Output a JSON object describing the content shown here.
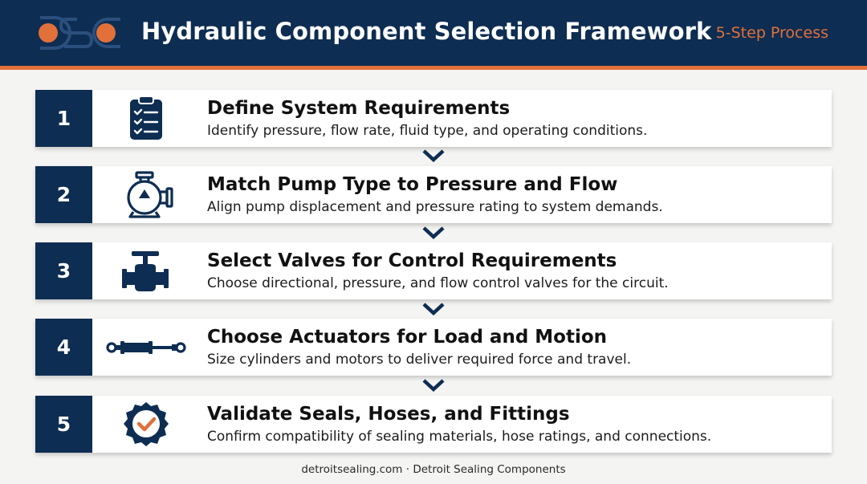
{
  "header": {
    "logo_icon": "dsc-logo-icon",
    "title": "Hydraulic Component Selection Framework",
    "subtitle": "5-Step Process"
  },
  "colors": {
    "navy": "#0e2d52",
    "orange": "#e2703a",
    "background": "#f4f4f2"
  },
  "steps": [
    {
      "number": "1",
      "icon": "clipboard-checklist-icon",
      "title": "Define System Requirements",
      "description": "Identify pressure, flow rate, fluid type, and operating conditions."
    },
    {
      "number": "2",
      "icon": "pump-icon",
      "title": "Match Pump Type to Pressure and Flow",
      "description": "Align pump displacement and pressure rating to system demands."
    },
    {
      "number": "3",
      "icon": "valve-icon",
      "title": "Select Valves for Control Requirements",
      "description": "Choose directional, pressure, and flow control valves for the circuit."
    },
    {
      "number": "4",
      "icon": "hydraulic-cylinder-icon",
      "title": "Choose Actuators for Load and Motion",
      "description": "Size cylinders and motors to deliver required force and travel."
    },
    {
      "number": "5",
      "icon": "checkmark-badge-icon",
      "title": "Validate Seals, Hoses, and Fittings",
      "description": "Confirm compatibility of sealing materials, hose ratings, and connections."
    }
  ],
  "connector_icon": "chevron-down-icon",
  "footer": {
    "text": "detroitsealing.com · Detroit Sealing Components"
  }
}
